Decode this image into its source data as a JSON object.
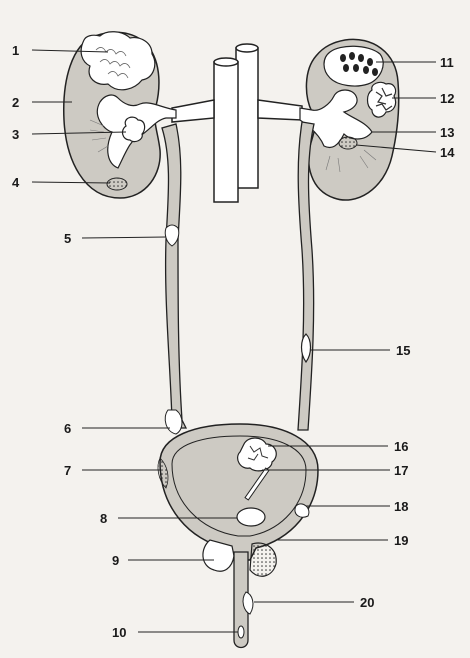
{
  "labels": {
    "l1": "1",
    "l2": "2",
    "l3": "3",
    "l4": "4",
    "l5": "5",
    "l6": "6",
    "l7": "7",
    "l8": "8",
    "l9": "9",
    "l10": "10",
    "l11": "11",
    "l12": "12",
    "l13": "13",
    "l14": "14",
    "l15": "15",
    "l16": "16",
    "l17": "17",
    "l18": "18",
    "l19": "19",
    "l20": "20"
  },
  "colors": {
    "tissue": "#cdcac3",
    "tissue_dark": "#b5b2ab",
    "stone_fill": "#ffffff",
    "stroke": "#222222",
    "background": "#f4f2ee"
  }
}
